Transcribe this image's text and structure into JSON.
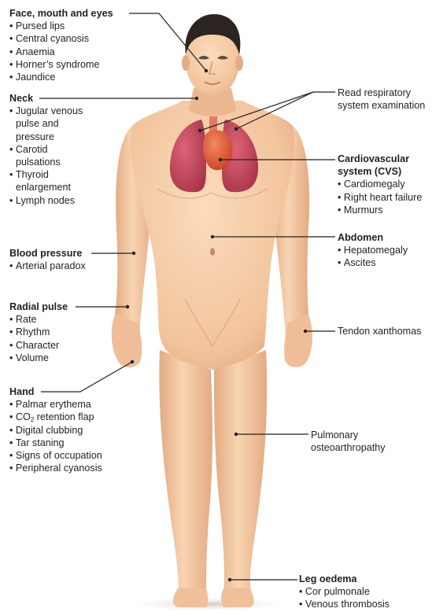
{
  "face": {
    "heading": "Face, mouth and eyes",
    "items": [
      "Pursed lips",
      "Central cyanosis",
      "Anaemia",
      "Horner’s syndrome",
      "Jaundice"
    ]
  },
  "neck": {
    "heading": "Neck",
    "items": [
      "Jugular venous",
      "pulse and",
      "pressure",
      "Carotid",
      "pulsations",
      "Thyroid",
      "enlargement",
      "Lymph nodes"
    ]
  },
  "bp": {
    "heading": "Blood pressure",
    "items": [
      "Arterial paradox"
    ]
  },
  "radial": {
    "heading": "Radial pulse",
    "items": [
      "Rate",
      "Rhythm",
      "Character",
      "Volume"
    ]
  },
  "hand": {
    "heading": "Hand",
    "items": [
      "Palmar erythema",
      "CO",
      "2",
      " retention flap",
      "Digital clubbing",
      "Tar staning",
      "Signs of occupation",
      "Peripheral cyanosis"
    ]
  },
  "resp": {
    "lines": [
      "Read respiratory",
      "system examination"
    ]
  },
  "cvs": {
    "heading_lines": [
      "Cardiovascular",
      "system (CVS)"
    ],
    "items": [
      "Cardiomegaly",
      "Right heart failure",
      "Murmurs"
    ]
  },
  "abdomen": {
    "heading": "Abdomen",
    "items": [
      "Hepatomegaly",
      "Ascites"
    ]
  },
  "tendon": {
    "text": "Tendon xanthomas"
  },
  "pulm": {
    "lines": [
      "Pulmonary",
      "osteoarthropathy"
    ]
  },
  "leg": {
    "heading": "Leg oedema",
    "items": [
      "Cor pulmonale",
      "Venous thrombosis"
    ]
  },
  "colors": {
    "skin": "#f5c9a3",
    "skin_shadow": "#e0a57e",
    "hair": "#2b2420",
    "lung": "#c9485f",
    "heart": "#e05a3a",
    "leader": "#231f20"
  }
}
